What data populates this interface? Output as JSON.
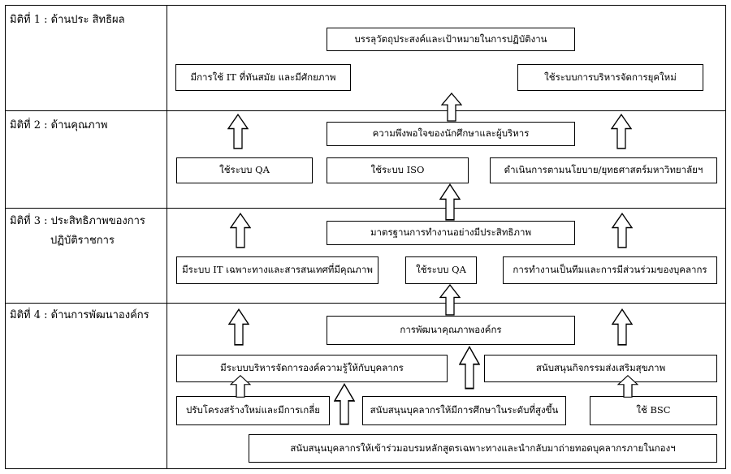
{
  "dimensions": [
    {
      "label": "มิติที่ 1 :  ด้านประ สิทธิผล",
      "label2": ""
    },
    {
      "label": "มิติที่ 2 :  ด้านคุณภาพ",
      "label2": ""
    },
    {
      "label": "มิติที่ 3 :  ประสิทธิภาพของการ",
      "label2": "ปฏิบัติราชการ"
    },
    {
      "label": "มิติที่ 4 :   ด้านการพัฒนาองค์กร",
      "label2": ""
    }
  ],
  "boxes": {
    "d1_goal": "บรรลุวัตถุประสงค์และเป้าหมายในการปฏิบัติงาน",
    "d1_it": "มีการใช้ IT ที่ทันสมัย และมีศักยภาพ",
    "d1_modern": "ใช้ระบบการบริหารจัดการยุคใหม่",
    "d2_satisfaction": "ความพึงพอใจของนักศึกษาและผู้บริหาร",
    "d2_qa": "ใช้ระบบ QA",
    "d2_iso": "ใช้ระบบ ISO",
    "d2_policy": "ดำเนินการตามนโยบาย/ยุทธศาสตร์มหาวิทยาลัยฯ",
    "d3_standard": "มาตรฐานการทำงานอย่างมีประสิทธิภาพ",
    "d3_it": "มีระบบ IT เฉพาะทางและสารสนเทศที่มีคุณภาพ",
    "d3_qa": "ใช้ระบบ QA",
    "d3_team": "การทำงานเป็นทีมและการมีส่วนร่วมของบุคลากร",
    "d4_quality": "การพัฒนาคุณภาพองค์กร",
    "d4_km": "มีระบบบริหารจัดการองค์ความรู้ให้กับบุคลากร",
    "d4_health": "สนับสนุนกิจกรรมส่งเสริมสุขภาพ",
    "d4_restructure": "ปรับโครงสร้างใหม่และมีการเกลี่ย",
    "d4_education": "สนับสนุนบุคลากรให้มีการศึกษาในระดับที่สูงขึ้น",
    "d4_bsc": "ใช้ BSC",
    "d4_training": "สนับสนุนบุคลากรให้เข้าร่วมอบรมหลักสูตรเฉพาะทางและนำกลับมาถ่ายทอดบุคลากรภายในกองฯ"
  }
}
